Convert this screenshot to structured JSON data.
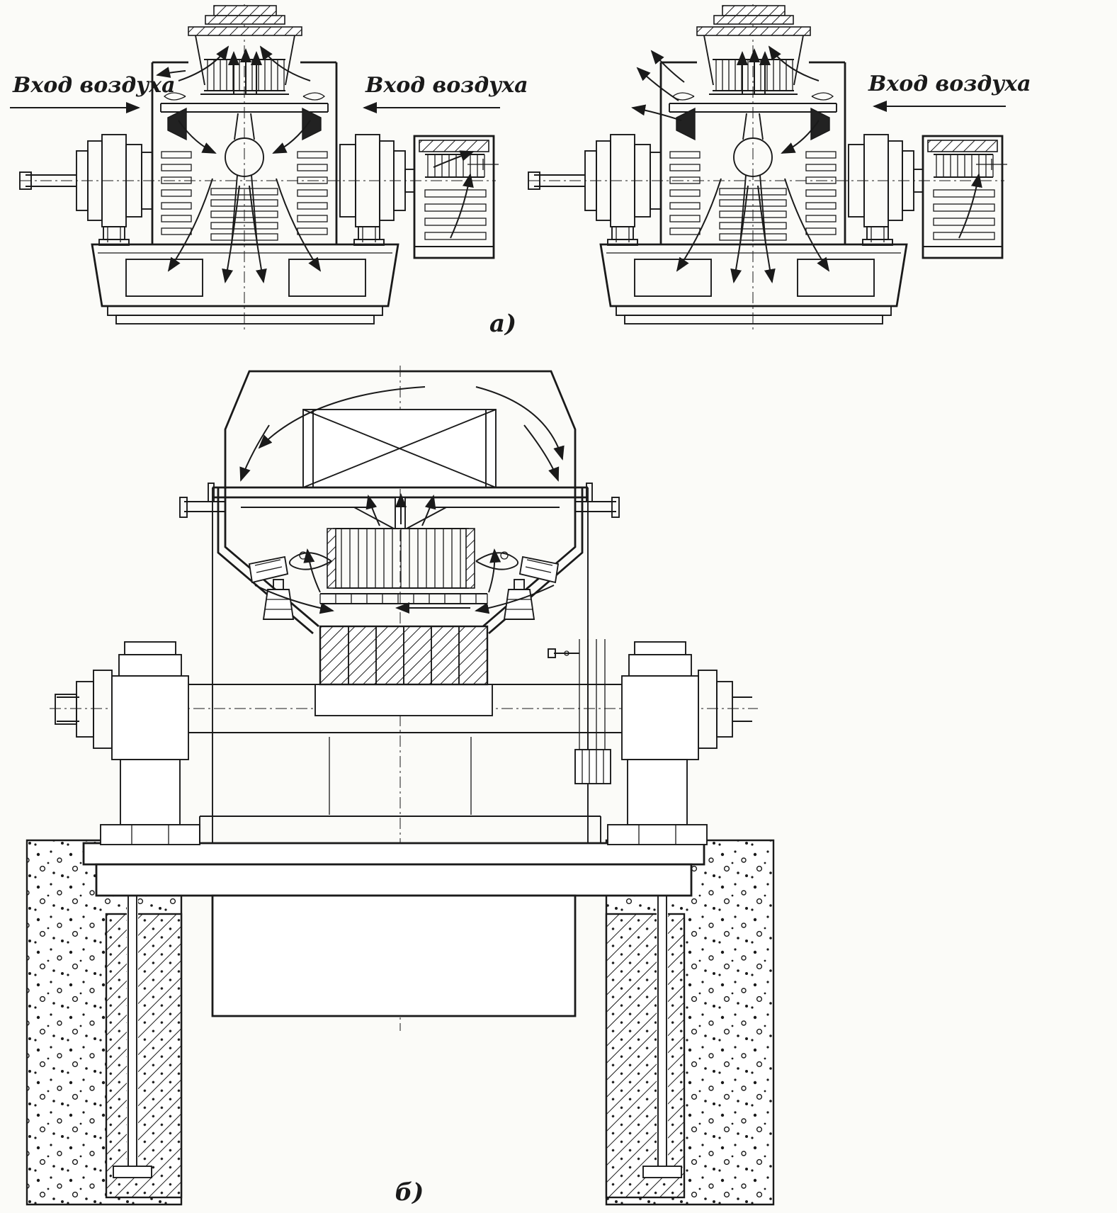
{
  "figure": {
    "background": "#fbfbf8",
    "ink": "#1a1a1a",
    "panel_a": {
      "caption": "а)",
      "machine_left": {
        "label_air_inlet_left": "Вход воздуха",
        "label_air_inlet_right": "Вход воздуха"
      },
      "machine_right": {
        "label_air_inlet_right": "Вход воздуха"
      }
    },
    "panel_b": {
      "caption": "б)"
    }
  }
}
